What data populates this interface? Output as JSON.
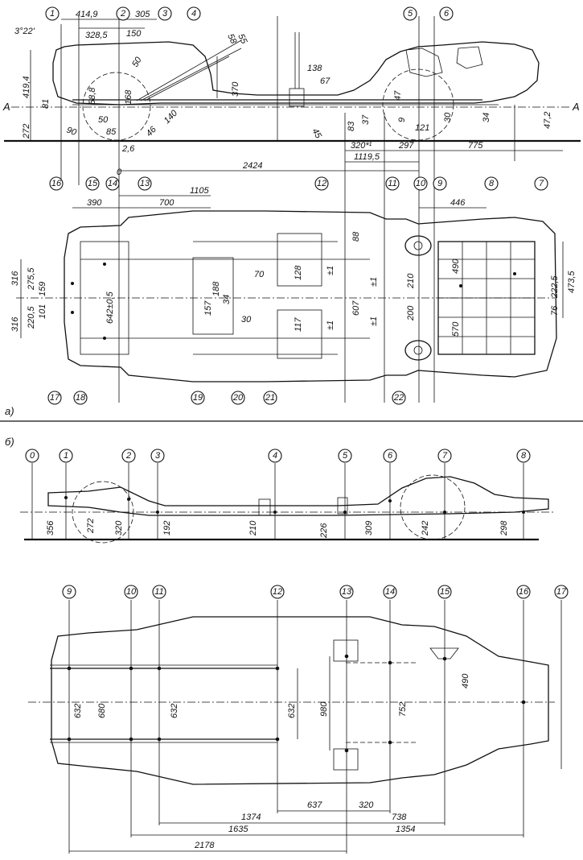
{
  "section_labels": {
    "a": "а)",
    "b": "б)"
  },
  "axis_label": "A",
  "zero_label": "0",
  "top_side_callouts": [
    "1",
    "2",
    "3",
    "4",
    "5",
    "6"
  ],
  "top_plan_callouts": [
    "16",
    "15",
    "14",
    "13",
    "12",
    "11",
    "10",
    "9",
    "8",
    "7"
  ],
  "top_plan_bottom_callouts": [
    "17",
    "18",
    "19",
    "20",
    "21",
    "22"
  ],
  "side_b_callouts": [
    "0",
    "1",
    "2",
    "3",
    "4",
    "5",
    "6",
    "7",
    "8"
  ],
  "plan_b_callouts": [
    "9",
    "10",
    "11",
    "12",
    "13",
    "14",
    "15",
    "16",
    "17"
  ],
  "top_side_dims": {
    "angle": "3°22'",
    "d414": "414,9",
    "d328": "328,5",
    "d305": "305",
    "d150": "150",
    "d58": "58",
    "d55": "55",
    "d50a": "50",
    "d370": "370",
    "d138": "138",
    "d67": "67",
    "d419": "419,4",
    "d81": "81",
    "d272": "272",
    "d90": "90",
    "d58b": "58,8",
    "d50b": "50",
    "d85": "85",
    "d168": "168",
    "d46": "46",
    "d140": "140",
    "d2_6": "2,6",
    "d45": "45",
    "d83": "83",
    "d37": "37",
    "d47": "47",
    "d9": "9",
    "d30": "30",
    "d121": "121",
    "d34": "34",
    "d47_2": "47,2",
    "d320": "320*¹",
    "d297": "297",
    "d775": "775",
    "d1119": "1119,5",
    "d2424": "2424"
  },
  "top_plan_dims": {
    "d1105": "1105",
    "d390": "390",
    "d700": "700",
    "d446": "446",
    "d316a": "316",
    "d316b": "316",
    "d275": "275,5",
    "d159": "159",
    "d220": "220,5",
    "d101": "101",
    "d642": "642±0,5",
    "d157": "157",
    "d188": "188",
    "d34": "34",
    "d70": "70",
    "d30": "30",
    "d128": "128",
    "d117": "117",
    "d88": "88",
    "d607": "607",
    "pm1a": "±1",
    "pm1b": "±1",
    "pm1c": "±1",
    "pm1d": "±1",
    "d210": "210",
    "d200": "200",
    "d490": "490",
    "d570": "570",
    "d473": "473,5",
    "d222": "222,5",
    "d76": "76"
  },
  "side_b_dims": {
    "d356": "356",
    "d272": "272",
    "d320": "320",
    "d192": "192",
    "d210": "210",
    "d226": "226",
    "d309": "309",
    "d242": "242",
    "d298": "298"
  },
  "plan_b_dims": {
    "d632a": "632",
    "d680": "680",
    "d632b": "632",
    "d632c": "632",
    "d980": "980",
    "d752": "752",
    "d490": "490",
    "d637": "637",
    "d320": "320",
    "d1374": "1374",
    "d738": "738",
    "d1635": "1635",
    "d1354": "1354",
    "d2178": "2178"
  }
}
